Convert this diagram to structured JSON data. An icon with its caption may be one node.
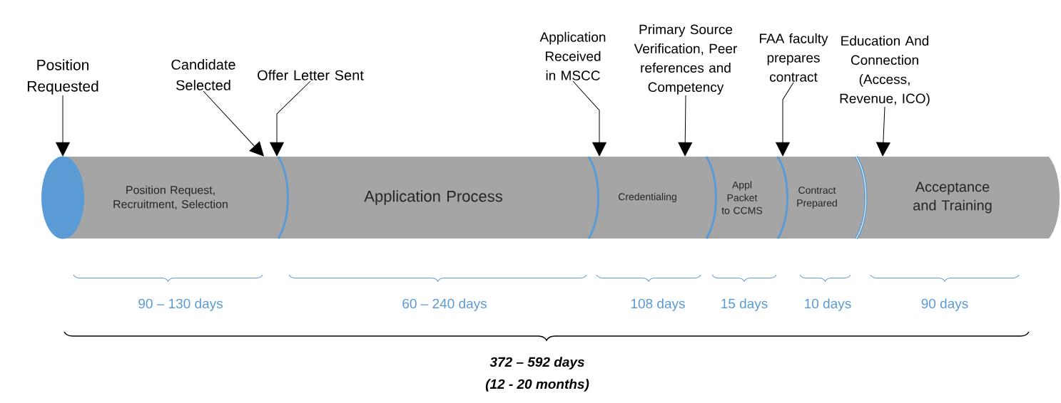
{
  "diagram": {
    "nodes": [
      {
        "text": [
          "Position Requested"
        ]
      },
      {
        "text": [
          "Candidate Selected"
        ]
      },
      {
        "text": [
          "Offer Letter Sent"
        ]
      },
      {
        "text": [
          "Application Received in MSCC"
        ]
      },
      {
        "text": [
          "Primary Source Verification, Peer references and Competency"
        ]
      },
      {
        "text": [
          "FAA faculty prepares contract"
        ]
      },
      {
        "text": [
          "Education And Connection (Access, Revenue, ICO)"
        ]
      },
      {
        "text": [
          "Position Request, Recruitment, Selection"
        ]
      },
      {
        "text": [
          "Application Process"
        ]
      },
      {
        "text": [
          "Credentialing"
        ]
      },
      {
        "text": [
          "Appl Packet to CCMS"
        ]
      },
      {
        "text": [
          "Contract Prepared"
        ]
      },
      {
        "text": [
          "Acceptance and Training"
        ]
      }
    ],
    "edges": [
      {
        "from": 0,
        "to": 7,
        "arrow": "to"
      },
      {
        "from": 1,
        "to": 7,
        "arrow": "to"
      },
      {
        "from": 2,
        "to": 8,
        "arrow": "to"
      },
      {
        "from": 3,
        "to": 9,
        "arrow": "to"
      },
      {
        "from": 4,
        "to": 9,
        "arrow": "to"
      },
      {
        "from": 5,
        "to": 11,
        "arrow": "to"
      },
      {
        "from": 6,
        "to": 12,
        "arrow": "to"
      }
    ],
    "labels": [
      "90 – 130 days",
      "60 – 240 days",
      "108 days",
      "15 days",
      "10 days",
      "90 days",
      "372 – 592 days",
      "(12 - 20 months)"
    ]
  }
}
